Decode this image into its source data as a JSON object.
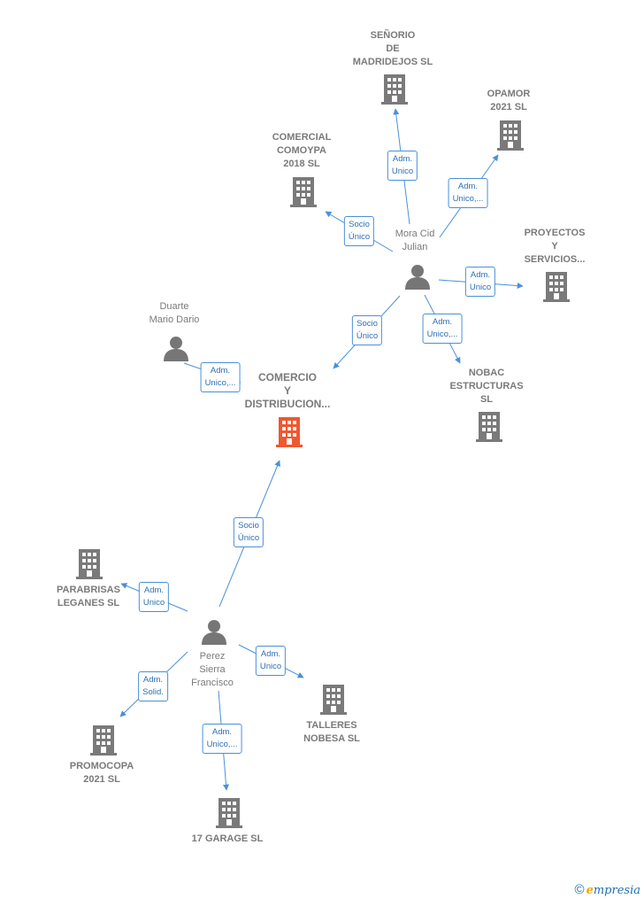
{
  "colors": {
    "company": "#7a7a7a",
    "main": "#f0572f",
    "person": "#767676",
    "edge": "#4a90d9"
  },
  "nodes": [
    {
      "id": "comercio",
      "type": "company",
      "main": true,
      "lines": [
        "COMERCIO",
        "Y",
        "DISTRIBUCION..."
      ]
    },
    {
      "id": "senorio",
      "type": "company",
      "lines": [
        "SEÑORIO",
        "DE",
        "MADRIDEJOS SL"
      ]
    },
    {
      "id": "opamor",
      "type": "company",
      "lines": [
        "OPAMOR",
        "2021  SL"
      ]
    },
    {
      "id": "comoypa",
      "type": "company",
      "lines": [
        "COMERCIAL",
        "COMOYPA",
        "2018  SL"
      ]
    },
    {
      "id": "proyectos",
      "type": "company",
      "lines": [
        "PROYECTOS",
        "Y",
        "SERVICIOS..."
      ]
    },
    {
      "id": "nobac",
      "type": "company",
      "lines": [
        "NOBAC",
        "ESTRUCTURAS",
        "SL"
      ]
    },
    {
      "id": "parabrisas",
      "type": "company",
      "lines": [
        "PARABRISAS",
        "LEGANES SL"
      ]
    },
    {
      "id": "talleres",
      "type": "company",
      "lines": [
        "TALLERES",
        "NOBESA SL"
      ]
    },
    {
      "id": "promocopa",
      "type": "company",
      "lines": [
        "PROMOCOPA",
        "2021  SL"
      ]
    },
    {
      "id": "garage",
      "type": "company",
      "lines": [
        "17 GARAGE  SL"
      ]
    },
    {
      "id": "mora",
      "type": "person",
      "lines": [
        "Mora Cid",
        "Julian"
      ]
    },
    {
      "id": "duarte",
      "type": "person",
      "lines": [
        "Duarte",
        "Mario Dario"
      ]
    },
    {
      "id": "perez",
      "type": "person",
      "lines": [
        "Perez",
        "Sierra",
        "Francisco"
      ]
    }
  ],
  "edges": [
    {
      "id": "mora-senorio",
      "lines": [
        "Adm.",
        "Unico"
      ]
    },
    {
      "id": "mora-opamor",
      "lines": [
        "Adm.",
        "Unico,..."
      ]
    },
    {
      "id": "mora-comoypa",
      "lines": [
        "Socio",
        "Único"
      ]
    },
    {
      "id": "mora-proyectos",
      "lines": [
        "Adm.",
        "Unico"
      ]
    },
    {
      "id": "mora-nobac",
      "lines": [
        "Adm.",
        "Unico,..."
      ]
    },
    {
      "id": "mora-comercio",
      "lines": [
        "Socio",
        "Único"
      ]
    },
    {
      "id": "duarte-comercio",
      "lines": [
        "Adm.",
        "Unico,..."
      ]
    },
    {
      "id": "perez-comercio",
      "lines": [
        "Socio",
        "Único"
      ]
    },
    {
      "id": "perez-parabrisas",
      "lines": [
        "Adm.",
        "Unico"
      ]
    },
    {
      "id": "perez-talleres",
      "lines": [
        "Adm.",
        "Unico"
      ]
    },
    {
      "id": "perez-promocopa",
      "lines": [
        "Adm.",
        "Solid."
      ]
    },
    {
      "id": "perez-garage",
      "lines": [
        "Adm.",
        "Unico,..."
      ]
    }
  ],
  "footer": {
    "copyright": "©",
    "brand_first": "e",
    "brand_rest": "mpresia"
  }
}
